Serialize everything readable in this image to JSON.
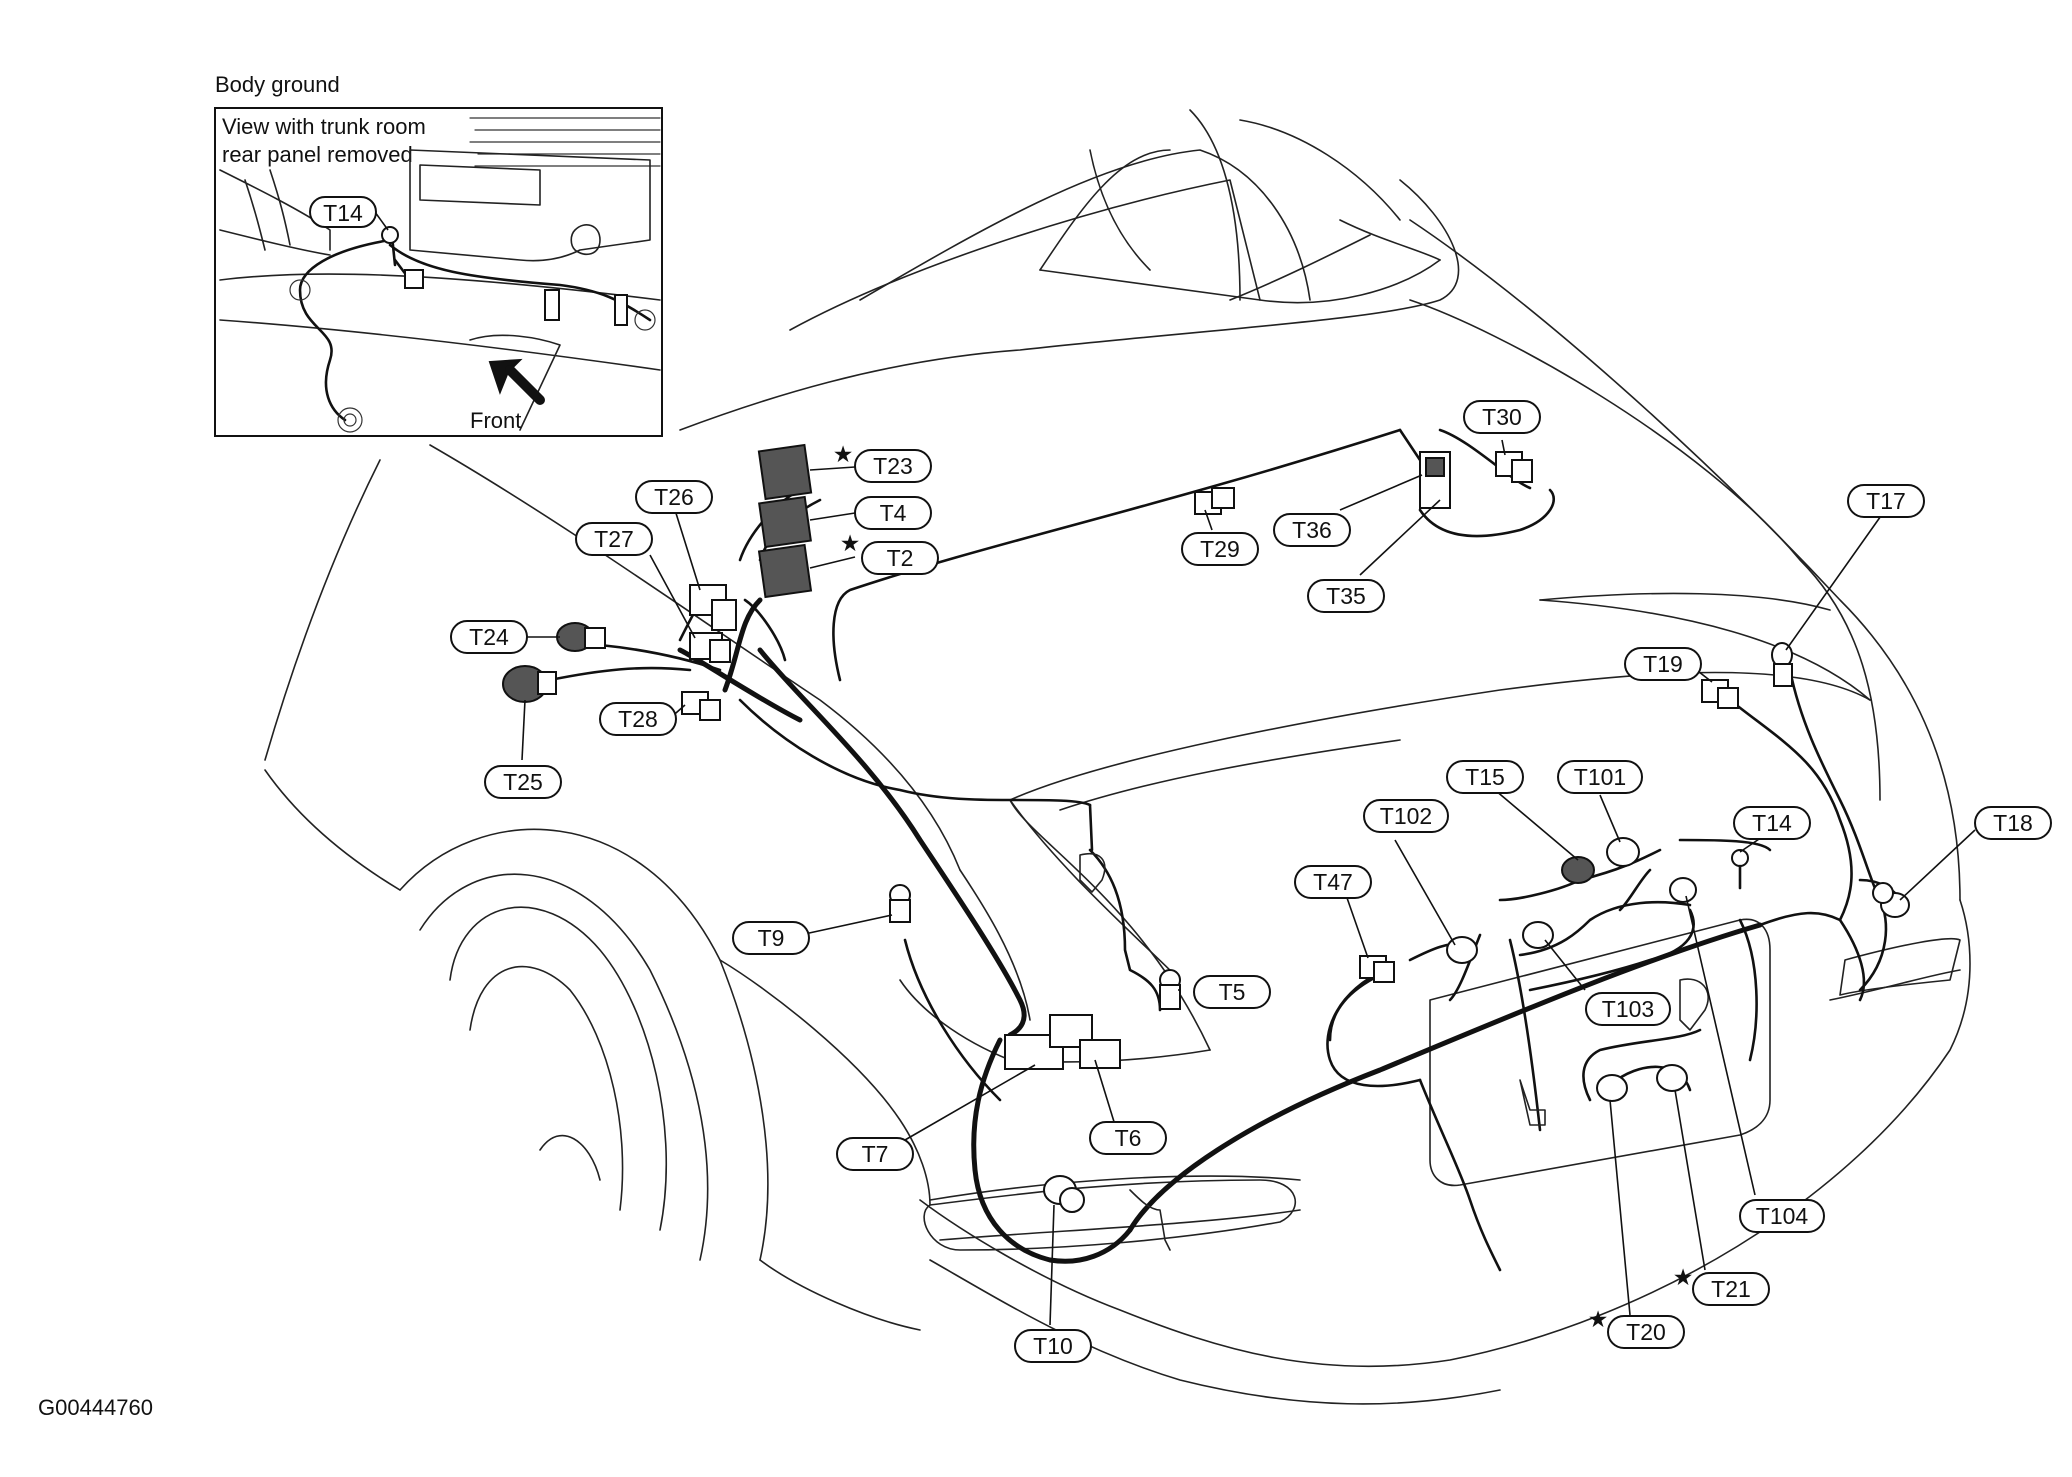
{
  "figure_id": "G00444760",
  "inset": {
    "title": "Body ground",
    "caption_line1": "View with trunk room",
    "caption_line2": "rear panel removed",
    "arrow_label": "Front",
    "ground_label": "T14"
  },
  "star_symbol": "★",
  "labels": [
    {
      "id": "T23",
      "starred": true
    },
    {
      "id": "T4",
      "starred": false
    },
    {
      "id": "T2",
      "starred": true
    },
    {
      "id": "T26",
      "starred": false
    },
    {
      "id": "T27",
      "starred": false
    },
    {
      "id": "T24",
      "starred": false
    },
    {
      "id": "T25",
      "starred": false
    },
    {
      "id": "T28",
      "starred": false
    },
    {
      "id": "T29",
      "starred": false
    },
    {
      "id": "T30",
      "starred": false
    },
    {
      "id": "T36",
      "starred": false
    },
    {
      "id": "T35",
      "starred": false
    },
    {
      "id": "T17",
      "starred": false
    },
    {
      "id": "T19",
      "starred": false
    },
    {
      "id": "T18",
      "starred": false
    },
    {
      "id": "T15",
      "starred": false
    },
    {
      "id": "T101",
      "starred": false
    },
    {
      "id": "T102",
      "starred": false
    },
    {
      "id": "T14",
      "starred": false
    },
    {
      "id": "T47",
      "starred": false
    },
    {
      "id": "T103",
      "starred": false
    },
    {
      "id": "T104",
      "starred": false
    },
    {
      "id": "T9",
      "starred": false
    },
    {
      "id": "T5",
      "starred": false
    },
    {
      "id": "T6",
      "starred": false
    },
    {
      "id": "T7",
      "starred": false
    },
    {
      "id": "T10",
      "starred": false
    },
    {
      "id": "T21",
      "starred": true
    },
    {
      "id": "T20",
      "starred": true
    }
  ]
}
